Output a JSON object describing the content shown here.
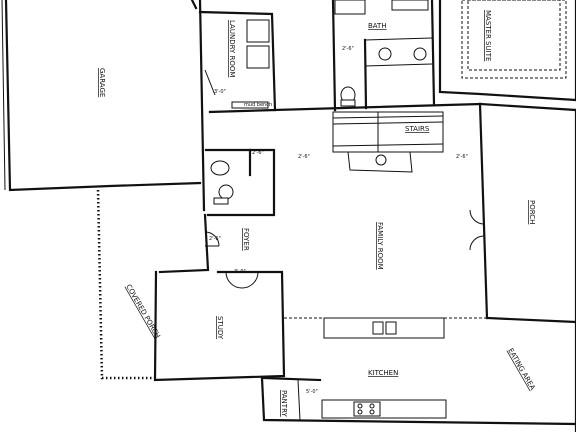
{
  "rooms": {
    "garage": "GARAGE",
    "laundry": "LAUNDRY ROOM",
    "bath": "BATH",
    "master": "MASTER SUITE",
    "stairs": "STAIRS",
    "foyer": "FOYER",
    "family": "FAMILY ROOM",
    "porch": "PORCH",
    "covered_porch": "COVERED PORCH",
    "study": "STUDY",
    "kitchen": "KITCHEN",
    "pantry": "PANTRY",
    "eating": "EATING AREA"
  },
  "notes": {
    "mud_bench": "mud bench"
  },
  "dimensions": {
    "d1": "3'-0\"",
    "d2": "2'-6\"",
    "d3": "2'-6\"",
    "d4": "2'-6\"",
    "d5": "2'-6\"",
    "d6": "3'-0\"",
    "d7": "2'-6\"",
    "d8": "5'-0\""
  }
}
